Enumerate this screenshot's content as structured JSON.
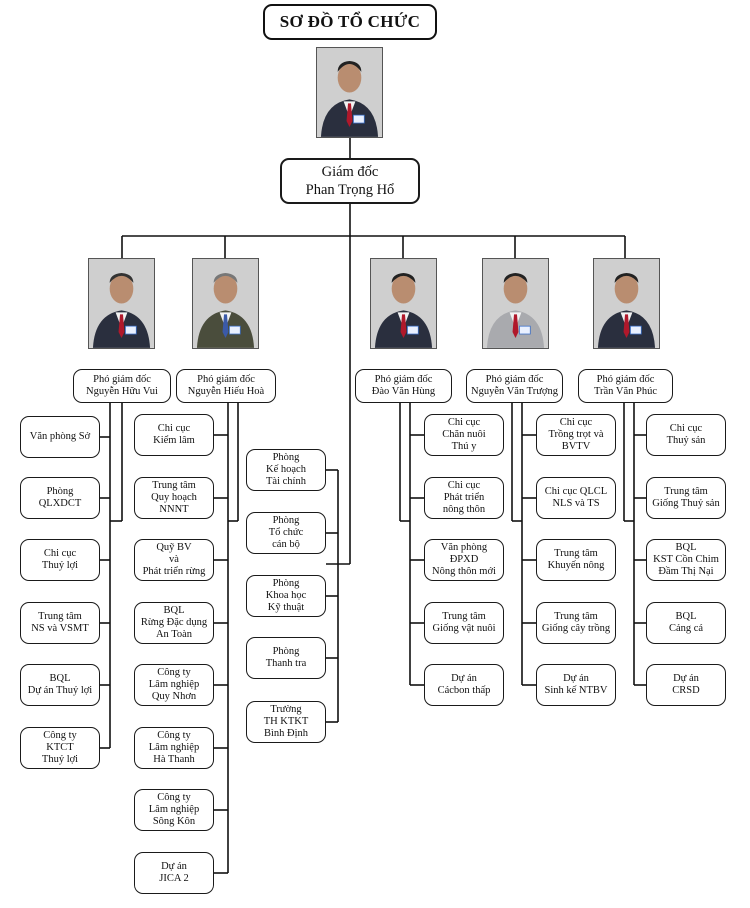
{
  "title": "SƠ ĐỒ TỔ CHỨC",
  "director": {
    "role": "Giám đốc",
    "name": "Phan Trọng Hổ"
  },
  "vices": [
    {
      "label": "Phó giám đốc\nNguyễn Hữu Vui"
    },
    {
      "label": "Phó giám đốc\nNguyễn Hiếu Hoà"
    },
    {
      "label": "Phó giám đốc\nĐào Văn Hùng"
    },
    {
      "label": "Phó giám đốc\nNguyễn Văn Trượng"
    },
    {
      "label": "Phó giám đốc\nTrần Văn Phúc"
    }
  ],
  "units": {
    "col1": [
      "Văn phòng Sở",
      "Phòng\nQLXDCT",
      "Chi cục\nThuỷ lợi",
      "Trung tâm\nNS và VSMT",
      "BQL\nDự án Thuỷ lợi",
      "Công ty\nKTCT\nThuỷ lợi"
    ],
    "col2": [
      "Chi cục\nKiểm lâm",
      "Trung tâm\nQuy hoạch\nNNNT",
      "Quỹ BV\nvà\nPhát triển rừng",
      "BQL\nRừng Đặc dụng\nAn Toàn",
      "Công ty\nLâm nghiệp\nQuy Nhơn",
      "Công ty\nLâm nghiệp\nHà Thanh",
      "Công ty\nLâm nghiệp\nSông Kôn",
      "Dự án\nJICA 2"
    ],
    "col3": [
      "Phòng\nKế hoạch\nTài chính",
      "Phòng\nTổ chức\ncán bộ",
      "Phòng\nKhoa học\nKỹ thuật",
      "Phòng\nThanh tra",
      "Trường\nTH KTKT\nBình Định"
    ],
    "col4": [
      "Chi cục\nChăn nuôi\nThú y",
      "Chi cục\nPhát triển\nnông thôn",
      "Văn phòng\nĐPXD\nNông thôn mới",
      "Trung tâm\nGiống vật nuôi",
      "Dự án\nCácbon thấp"
    ],
    "col5": [
      "Chi cục\nTrồng trọt và\nBVTV",
      "Chi cục QLCL\nNLS và TS",
      "Trung tâm\nKhuyến nông",
      "Trung tâm\nGiống cây trồng",
      "Dự án\nSinh kế NTBV"
    ],
    "col6": [
      "Chi cục\nThuỷ sản",
      "Trung tâm\nGiống Thuỷ sản",
      "BQL\nKST Cồn Chim\nĐầm Thị Nại",
      "BQL\nCảng cá",
      "Dự án\nCRSD"
    ]
  }
}
